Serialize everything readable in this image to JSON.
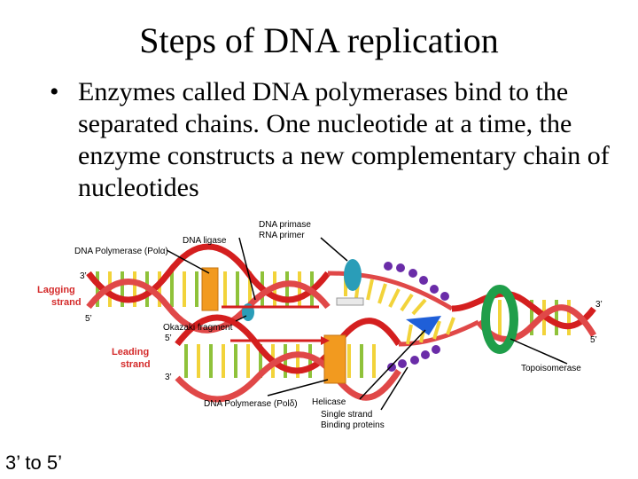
{
  "slide": {
    "title": "Steps of DNA replication",
    "bullet": "Enzymes called DNA polymerases bind to the separated chains.   One nucleotide at a time, the enzyme constructs a new complementary chain of nucleotides",
    "footer": "3’ to 5’"
  },
  "diagram": {
    "labels": {
      "dna_primase": "DNA primase",
      "rna_primer": "RNA primer",
      "dna_ligase": "DNA ligase",
      "dna_polymerase_alpha": "DNA Polymerase (Polα)",
      "lagging_strand_1": "Lagging",
      "lagging_strand_2": "strand",
      "leading_strand_1": "Leading",
      "leading_strand_2": "strand",
      "okazaki_fragment": "Okazaki fragment",
      "dna_polymerase_delta": "DNA Polymerase (Polδ)",
      "helicase": "Helicase",
      "ssb_1": "Single strand",
      "ssb_2": "Binding proteins",
      "topoisomerase": "Topoisomerase",
      "end_3_upper_left": "3’",
      "end_5_upper_left": "5’",
      "end_5_lower_left": "5’",
      "end_3_lower_left": "3’",
      "end_3_right": "3’",
      "end_5_right": "5’"
    },
    "colors": {
      "strand_red": "#d41f1f",
      "label_red": "#d42a2a",
      "base_green": "#8fc23a",
      "base_yellow": "#f2d33a",
      "polymerase_orange": "#f29a1f",
      "primase_teal": "#2a9db8",
      "ssb_purple": "#6a2ca8",
      "topoisomerase_green": "#1f9e4a",
      "helicase_blue": "#1f5fd8"
    }
  }
}
